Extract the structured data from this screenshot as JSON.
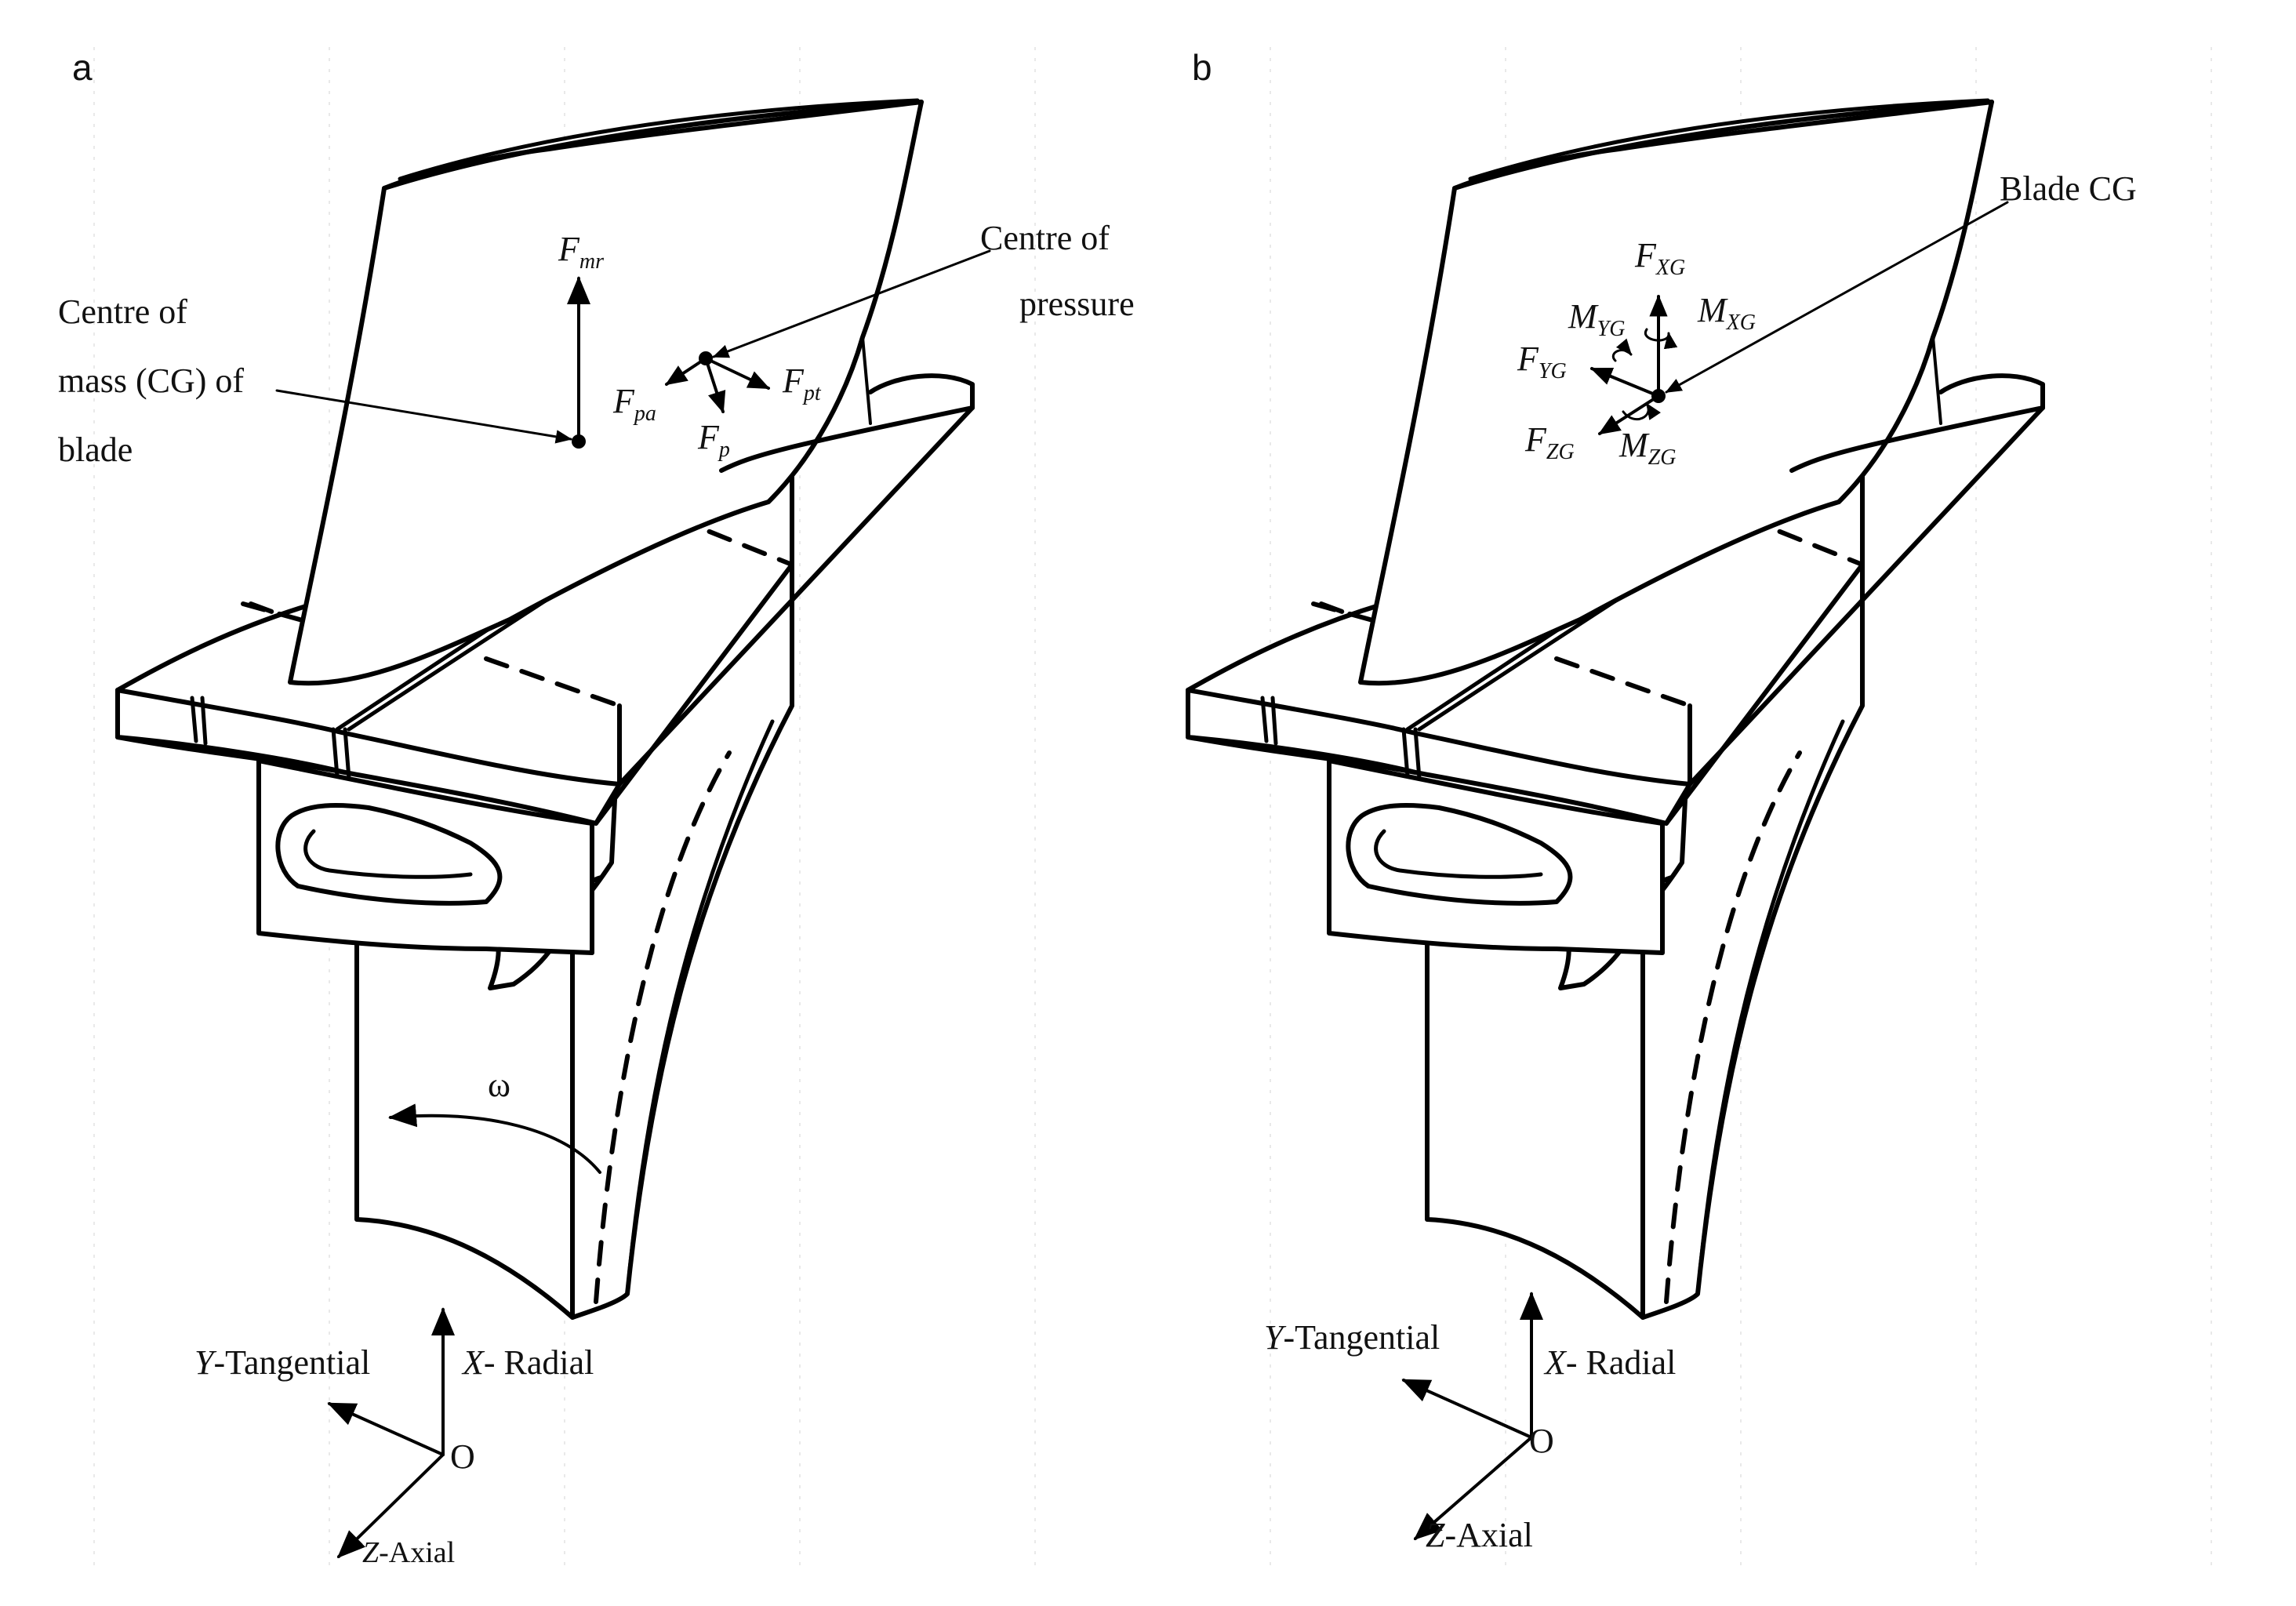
{
  "panels": [
    {
      "letter": "a",
      "labels": {
        "cg_line1": "Centre of",
        "cg_line2": "mass (CG) of",
        "cg_line3": "blade",
        "cp_line1": "Centre of",
        "cp_line2": "pressure",
        "omega": "ω"
      },
      "forces": {
        "f_mr": {
          "base": "F",
          "sub": "mr"
        },
        "f_pa": {
          "base": "F",
          "sub": "pa"
        },
        "f_pt": {
          "base": "F",
          "sub": "pt"
        },
        "f_p": {
          "base": "F",
          "sub": "p"
        }
      },
      "axes": {
        "y_letter": "Y",
        "y_label": "-Tangential",
        "x_letter": "X",
        "x_label": "- Radial",
        "origin": "O",
        "z_letter": "Z",
        "z_label": "-Axial"
      }
    },
    {
      "letter": "b",
      "labels": {
        "blade_cg": "Blade CG"
      },
      "forces": {
        "f_xg": {
          "base": "F",
          "sub": "XG"
        },
        "m_yg": {
          "base": "M",
          "sub": "YG"
        },
        "m_xg": {
          "base": "M",
          "sub": "XG"
        },
        "f_yg": {
          "base": "F",
          "sub": "YG"
        },
        "f_zg": {
          "base": "F",
          "sub": "ZG"
        },
        "m_zg": {
          "base": "M",
          "sub": "ZG"
        }
      },
      "axes": {
        "y_letter": "Y",
        "y_label": "-Tangential",
        "x_letter": "X",
        "x_label": "- Radial",
        "origin": "O",
        "z_letter": "Z",
        "z_label": "-Axial"
      }
    }
  ]
}
